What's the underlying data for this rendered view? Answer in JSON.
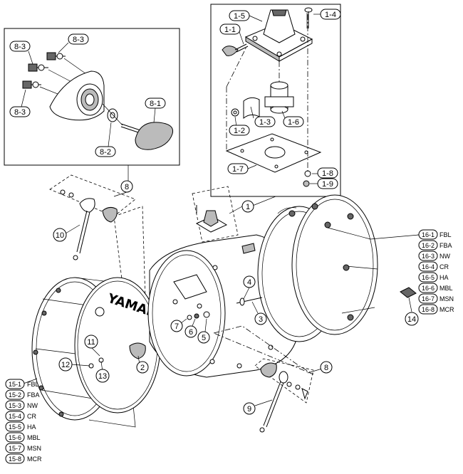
{
  "box_labels": {
    "b1_5": "1-5",
    "b1_4": "1-4",
    "b1_1": "1-1",
    "b1_2": "1-2",
    "b1_3": "1-3",
    "b1_6": "1-6",
    "b1_7": "1-7",
    "b1_8": "1-8",
    "b1_9": "1-9",
    "b8_3a": "8-3",
    "b8_3b": "8-3",
    "b8_3c": "8-3",
    "b8_1": "8-1",
    "b8_2": "8-2"
  },
  "callouts": {
    "c1": "1",
    "c2": "2",
    "c3": "3",
    "c4": "4",
    "c5": "5",
    "c6": "6",
    "c7": "7",
    "c8a": "8",
    "c8b": "8",
    "c9": "9",
    "c10": "10",
    "c11": "11",
    "c12": "12",
    "c13": "13",
    "c14": "14"
  },
  "logo_text": "YAMAHA",
  "legend_16": [
    {
      "code": "16-1",
      "name": "FBL"
    },
    {
      "code": "16-2",
      "name": "FBA"
    },
    {
      "code": "16-3",
      "name": "NW"
    },
    {
      "code": "16-4",
      "name": "CR"
    },
    {
      "code": "16-5",
      "name": "HA"
    },
    {
      "code": "16-6",
      "name": "MBL"
    },
    {
      "code": "16-7",
      "name": "MSN"
    },
    {
      "code": "16-8",
      "name": "MCR"
    }
  ],
  "legend_15": [
    {
      "code": "15-1",
      "name": "FBL"
    },
    {
      "code": "15-2",
      "name": "FBA"
    },
    {
      "code": "15-3",
      "name": "NW"
    },
    {
      "code": "15-4",
      "name": "CR"
    },
    {
      "code": "15-5",
      "name": "HA"
    },
    {
      "code": "15-6",
      "name": "MBL"
    },
    {
      "code": "15-7",
      "name": "MSN"
    },
    {
      "code": "15-8",
      "name": "MCR"
    }
  ]
}
